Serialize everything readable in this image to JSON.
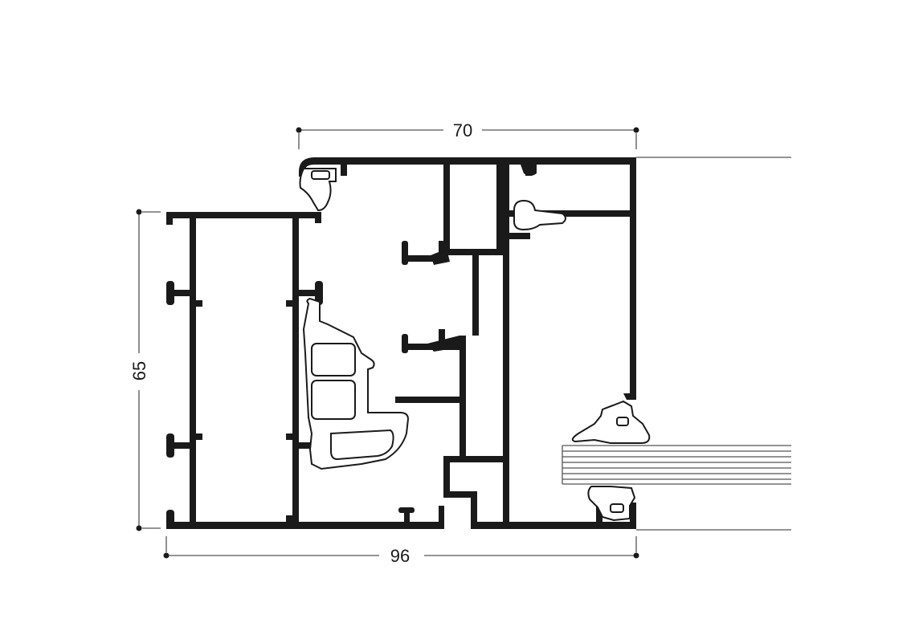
{
  "dimensions": {
    "top_width": "70",
    "overall_width": "96",
    "height": "65"
  },
  "colors": {
    "profile": "#1a1a1a",
    "gasket_fill": "#ffffff",
    "dimension_line": "#555555"
  }
}
